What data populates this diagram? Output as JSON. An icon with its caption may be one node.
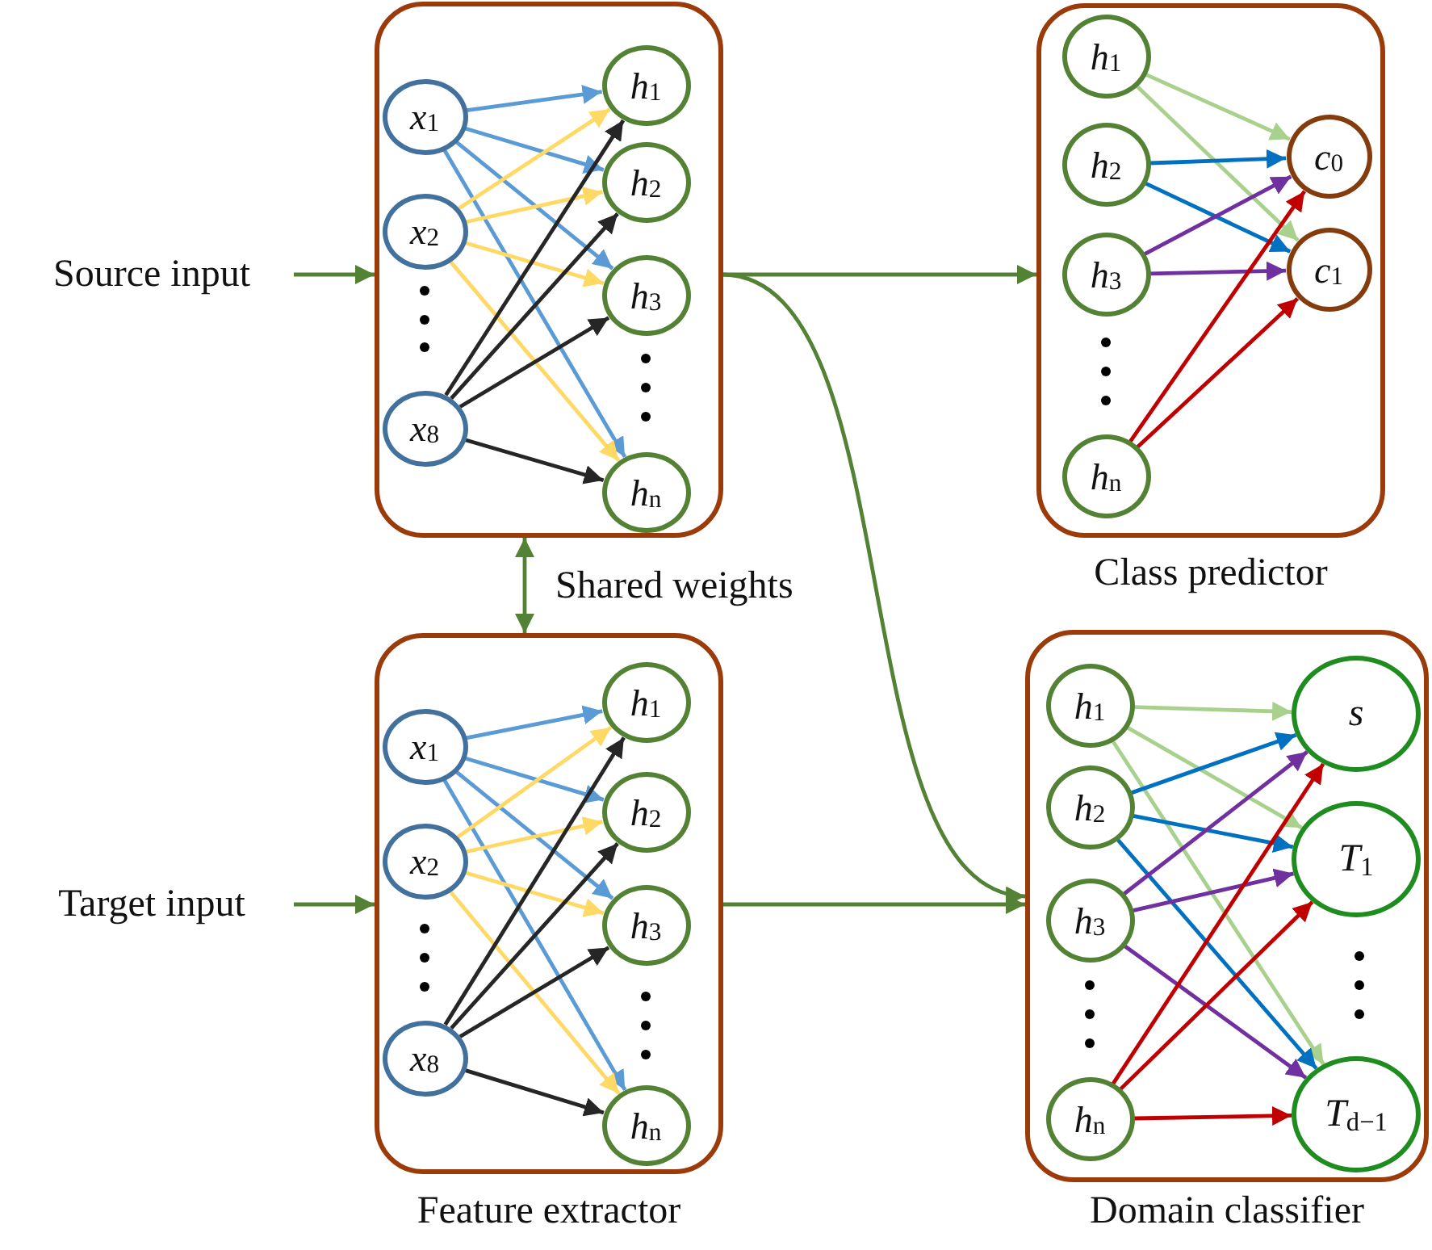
{
  "diagram": {
    "nodes": [
      {
        "text": [
          "Source input"
        ]
      },
      {
        "text": [],
        "shape": "box"
      },
      {
        "text": [
          "*x*$_{1}$"
        ],
        "in": 1
      },
      {
        "text": [
          "*x*$_{2}$"
        ],
        "in": 1
      },
      {
        "text": [
          "*x*$_{8}$"
        ],
        "in": 1
      },
      {
        "text": [
          "*h*$_{1}$"
        ],
        "in": 1
      },
      {
        "text": [
          "*h*$_{2}$"
        ],
        "in": 1
      },
      {
        "text": [
          "*h*$_{3}$"
        ],
        "in": 1
      },
      {
        "text": [
          "*h*$_{n}$"
        ],
        "in": 1
      },
      {
        "text": [],
        "shape": "box",
        "beside": [
          "Class predictor"
        ]
      },
      {
        "text": [
          "*h*$_{1}$"
        ],
        "in": 9
      },
      {
        "text": [
          "*h*$_{2}$"
        ],
        "in": 9
      },
      {
        "text": [
          "*h*$_{3}$"
        ],
        "in": 9
      },
      {
        "text": [
          "*h*$_{n}$"
        ],
        "in": 9
      },
      {
        "text": [
          "*c*$_{0}$"
        ],
        "in": 9
      },
      {
        "text": [
          "*c*$_{1}$"
        ],
        "in": 9
      },
      {
        "text": [
          "Target input"
        ]
      },
      {
        "text": [],
        "shape": "box",
        "beside": [
          "Feature extractor"
        ]
      },
      {
        "text": [
          "*x*$_{1}$"
        ],
        "in": 17
      },
      {
        "text": [
          "*x*$_{2}$"
        ],
        "in": 17
      },
      {
        "text": [
          "*x*$_{8}$"
        ],
        "in": 17
      },
      {
        "text": [
          "*h*$_{1}$"
        ],
        "in": 17
      },
      {
        "text": [
          "*h*$_{2}$"
        ],
        "in": 17
      },
      {
        "text": [
          "*h*$_{3}$"
        ],
        "in": 17
      },
      {
        "text": [
          "*h*$_{n}$"
        ],
        "in": 17
      },
      {
        "text": [],
        "shape": "box",
        "beside": [
          "Domain classifier"
        ]
      },
      {
        "text": [
          "*h*$_{1}$"
        ],
        "in": 25
      },
      {
        "text": [
          "*h*$_{2}$"
        ],
        "in": 25
      },
      {
        "text": [
          "*h*$_{3}$"
        ],
        "in": 25
      },
      {
        "text": [
          "*h*$_{n}$"
        ],
        "in": 25
      },
      {
        "text": [
          "*s*"
        ],
        "in": 25
      },
      {
        "text": [
          "*T*$_{1}$"
        ],
        "in": 25
      },
      {
        "text": [
          "*T*$_{d−1}$"
        ],
        "in": 25
      }
    ],
    "edges": [
      {
        "from": 0,
        "to": 1,
        "arrow": "to",
        "color": "#548235"
      },
      {
        "from": 1,
        "to": 9,
        "arrow": "to",
        "color": "#548235"
      },
      {
        "from": 1,
        "to": 25,
        "arrow": "to",
        "color": "#548235"
      },
      {
        "from": 1,
        "to": 17,
        "arrow": "both",
        "label": "Shared weights",
        "color": "#548235"
      },
      {
        "from": 16,
        "to": 17,
        "arrow": "to",
        "color": "#548235"
      },
      {
        "from": 17,
        "to": 25,
        "arrow": "to",
        "color": "#548235"
      },
      {
        "from": 2,
        "to": 5,
        "arrow": "to",
        "color": "#5b9bd5"
      },
      {
        "from": 2,
        "to": 6,
        "arrow": "to",
        "color": "#5b9bd5"
      },
      {
        "from": 2,
        "to": 7,
        "arrow": "to",
        "color": "#5b9bd5"
      },
      {
        "from": 2,
        "to": 8,
        "arrow": "to",
        "color": "#5b9bd5"
      },
      {
        "from": 3,
        "to": 5,
        "arrow": "to",
        "color": "#ffd966"
      },
      {
        "from": 3,
        "to": 6,
        "arrow": "to",
        "color": "#ffd966"
      },
      {
        "from": 3,
        "to": 7,
        "arrow": "to",
        "color": "#ffd966"
      },
      {
        "from": 3,
        "to": 8,
        "arrow": "to",
        "color": "#ffd966"
      },
      {
        "from": 4,
        "to": 5,
        "arrow": "to",
        "color": "#262626"
      },
      {
        "from": 4,
        "to": 6,
        "arrow": "to",
        "color": "#262626"
      },
      {
        "from": 4,
        "to": 7,
        "arrow": "to",
        "color": "#262626"
      },
      {
        "from": 4,
        "to": 8,
        "arrow": "to",
        "color": "#262626"
      },
      {
        "from": 10,
        "to": 14,
        "arrow": "to",
        "color": "#a9d18e"
      },
      {
        "from": 10,
        "to": 15,
        "arrow": "to",
        "color": "#a9d18e"
      },
      {
        "from": 11,
        "to": 14,
        "arrow": "to",
        "color": "#0070c0"
      },
      {
        "from": 11,
        "to": 15,
        "arrow": "to",
        "color": "#0070c0"
      },
      {
        "from": 12,
        "to": 14,
        "arrow": "to",
        "color": "#7030a0"
      },
      {
        "from": 12,
        "to": 15,
        "arrow": "to",
        "color": "#7030a0"
      },
      {
        "from": 13,
        "to": 14,
        "arrow": "to",
        "color": "#c00000"
      },
      {
        "from": 13,
        "to": 15,
        "arrow": "to",
        "color": "#c00000"
      },
      {
        "from": 18,
        "to": 21,
        "arrow": "to",
        "color": "#5b9bd5"
      },
      {
        "from": 18,
        "to": 22,
        "arrow": "to",
        "color": "#5b9bd5"
      },
      {
        "from": 18,
        "to": 23,
        "arrow": "to",
        "color": "#5b9bd5"
      },
      {
        "from": 18,
        "to": 24,
        "arrow": "to",
        "color": "#5b9bd5"
      },
      {
        "from": 19,
        "to": 21,
        "arrow": "to",
        "color": "#ffd966"
      },
      {
        "from": 19,
        "to": 22,
        "arrow": "to",
        "color": "#ffd966"
      },
      {
        "from": 19,
        "to": 23,
        "arrow": "to",
        "color": "#ffd966"
      },
      {
        "from": 19,
        "to": 24,
        "arrow": "to",
        "color": "#ffd966"
      },
      {
        "from": 20,
        "to": 21,
        "arrow": "to",
        "color": "#262626"
      },
      {
        "from": 20,
        "to": 22,
        "arrow": "to",
        "color": "#262626"
      },
      {
        "from": 20,
        "to": 23,
        "arrow": "to",
        "color": "#262626"
      },
      {
        "from": 20,
        "to": 24,
        "arrow": "to",
        "color": "#262626"
      },
      {
        "from": 26,
        "to": 30,
        "arrow": "to",
        "color": "#a9d18e"
      },
      {
        "from": 26,
        "to": 31,
        "arrow": "to",
        "color": "#a9d18e"
      },
      {
        "from": 26,
        "to": 32,
        "arrow": "to",
        "color": "#a9d18e"
      },
      {
        "from": 27,
        "to": 30,
        "arrow": "to",
        "color": "#0070c0"
      },
      {
        "from": 27,
        "to": 31,
        "arrow": "to",
        "color": "#0070c0"
      },
      {
        "from": 27,
        "to": 32,
        "arrow": "to",
        "color": "#0070c0"
      },
      {
        "from": 28,
        "to": 30,
        "arrow": "to",
        "color": "#7030a0"
      },
      {
        "from": 28,
        "to": 31,
        "arrow": "to",
        "color": "#7030a0"
      },
      {
        "from": 28,
        "to": 32,
        "arrow": "to",
        "color": "#7030a0"
      },
      {
        "from": 29,
        "to": 30,
        "arrow": "to",
        "color": "#c00000"
      },
      {
        "from": 29,
        "to": 31,
        "arrow": "to",
        "color": "#c00000"
      },
      {
        "from": 29,
        "to": 32,
        "arrow": "to",
        "color": "#c00000"
      }
    ]
  }
}
